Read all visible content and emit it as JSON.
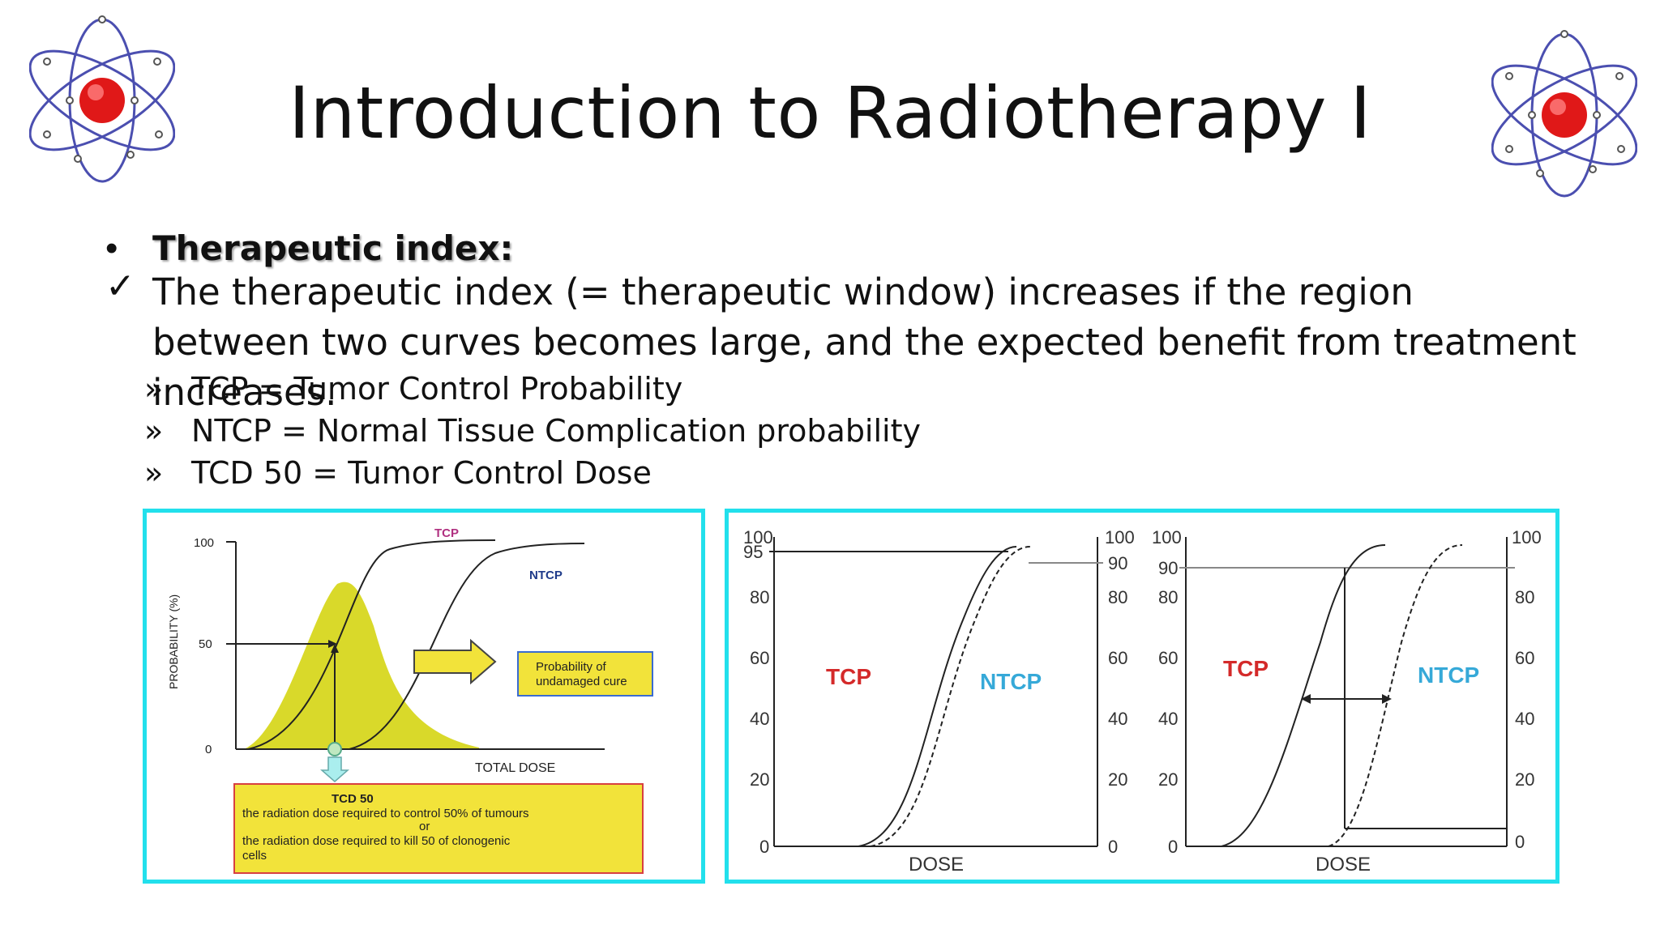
{
  "slide": {
    "title": "Introduction to Radiotherapy I",
    "heading": "Therapeutic index:",
    "paragraph": "The therapeutic index (= therapeutic window) increases if the region between two curves becomes large, and the expected benefit from treatment increases.",
    "sub_items": [
      "TCP = Tumor Control Probability",
      "NTCP = Normal Tissue Complication probability",
      "TCD 50 = Tumor Control Dose"
    ],
    "bullet_symbol": "•",
    "check_symbol": "✓",
    "sub_symbol": "»"
  },
  "icons": [
    "atom-icon"
  ],
  "colors": {
    "panel_border": "#22e0ec",
    "tcp_label": "#d42a2a",
    "ntcp_label": "#36a9d8",
    "area_fill": "#d9d92a",
    "callout_fill": "#f2e33a",
    "callout_border": "#d84040"
  },
  "left_figure": {
    "y_label": "PROBABILITY (%)",
    "y_ticks": [
      "100",
      "50",
      "0"
    ],
    "x_label": "TOTAL DOSE",
    "tcp_label": "TCP",
    "ntcp_label": "NTCP",
    "box_label_line1": "Probability of",
    "box_label_line2": "undamaged cure",
    "tcd_title": "TCD 50",
    "tcd_line1": "the radiation dose required to control 50% of tumours",
    "tcd_or": "or",
    "tcd_line2": "the radiation  dose required to kill 50 of clonogenic",
    "tcd_line3": "cells"
  },
  "right_figure": {
    "chart1": {
      "left_ticks": [
        "100",
        "95",
        "80",
        "60",
        "40",
        "20",
        "0"
      ],
      "right_ticks": [
        "100",
        "90",
        "80",
        "60",
        "40",
        "20",
        "0"
      ],
      "x_label": "DOSE",
      "tcp_label": "TCP",
      "ntcp_label": "NTCP"
    },
    "chart2": {
      "left_ticks": [
        "100",
        "90",
        "80",
        "60",
        "40",
        "20",
        "0"
      ],
      "right_ticks": [
        "100",
        "80",
        "60",
        "40",
        "20",
        "0"
      ],
      "x_label": "DOSE",
      "tcp_label": "TCP",
      "ntcp_label": "NTCP"
    }
  }
}
